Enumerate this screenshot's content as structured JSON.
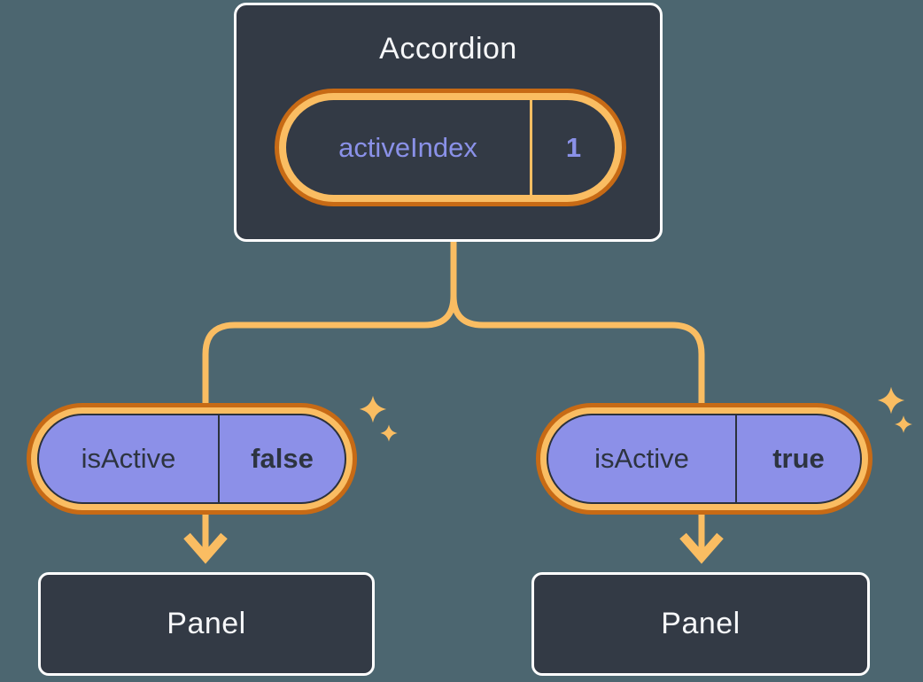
{
  "diagram": {
    "root": {
      "title": "Accordion",
      "state": {
        "name": "activeIndex",
        "value": "1"
      }
    },
    "children": [
      {
        "prop": {
          "name": "isActive",
          "value": "false"
        },
        "panel": {
          "label": "Panel"
        }
      },
      {
        "prop": {
          "name": "isActive",
          "value": "true"
        },
        "panel": {
          "label": "Panel"
        }
      }
    ],
    "icons": {
      "sparkle": "four-point-sparkle"
    },
    "colors": {
      "background": "#4c6670",
      "card_bg": "#333a45",
      "card_border": "#ffffff",
      "line": "#fabd62",
      "ring_outer": "#c76a15",
      "ring_inner": "#fabd62",
      "pill_fill": "#8c90e8",
      "pill_outline": "#2b313c",
      "pill_text": "#2d3440",
      "state_text": "#8a91e8",
      "title_text": "#f6f7f9"
    }
  }
}
